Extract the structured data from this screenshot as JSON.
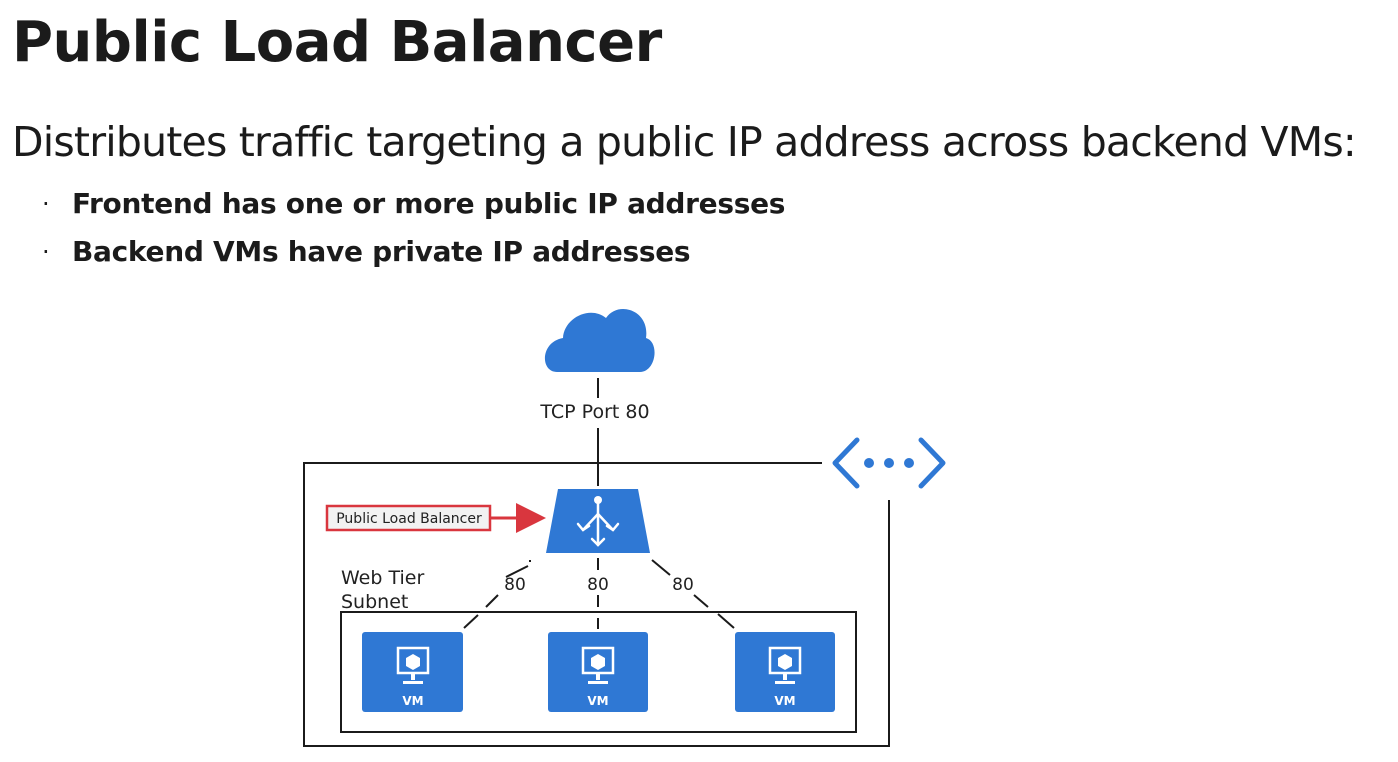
{
  "slide": {
    "title": "Public Load Balancer",
    "subtitle": "Distributes traffic targeting a public IP address across backend VMs:",
    "bullets": [
      "Frontend has one or more public IP addresses",
      "Backend VMs have private IP addresses"
    ]
  },
  "diagram": {
    "cloud_label": "TCP Port 80",
    "callout_label": "Public Load Balancer",
    "subnet_label_line1": "Web Tier",
    "subnet_label_line2": "Subnet",
    "port_labels": [
      "80",
      "80",
      "80"
    ],
    "vm_labels": [
      "VM",
      "VM",
      "VM"
    ],
    "colors": {
      "azure_blue": "#2f78d4",
      "callout_red": "#d9363e",
      "line": "#1b1b1b"
    },
    "icons": {
      "cloud": "cloud-icon",
      "load_balancer": "load-balancer-icon",
      "vnet": "virtual-network-icon",
      "vm": "virtual-machine-icon"
    }
  }
}
